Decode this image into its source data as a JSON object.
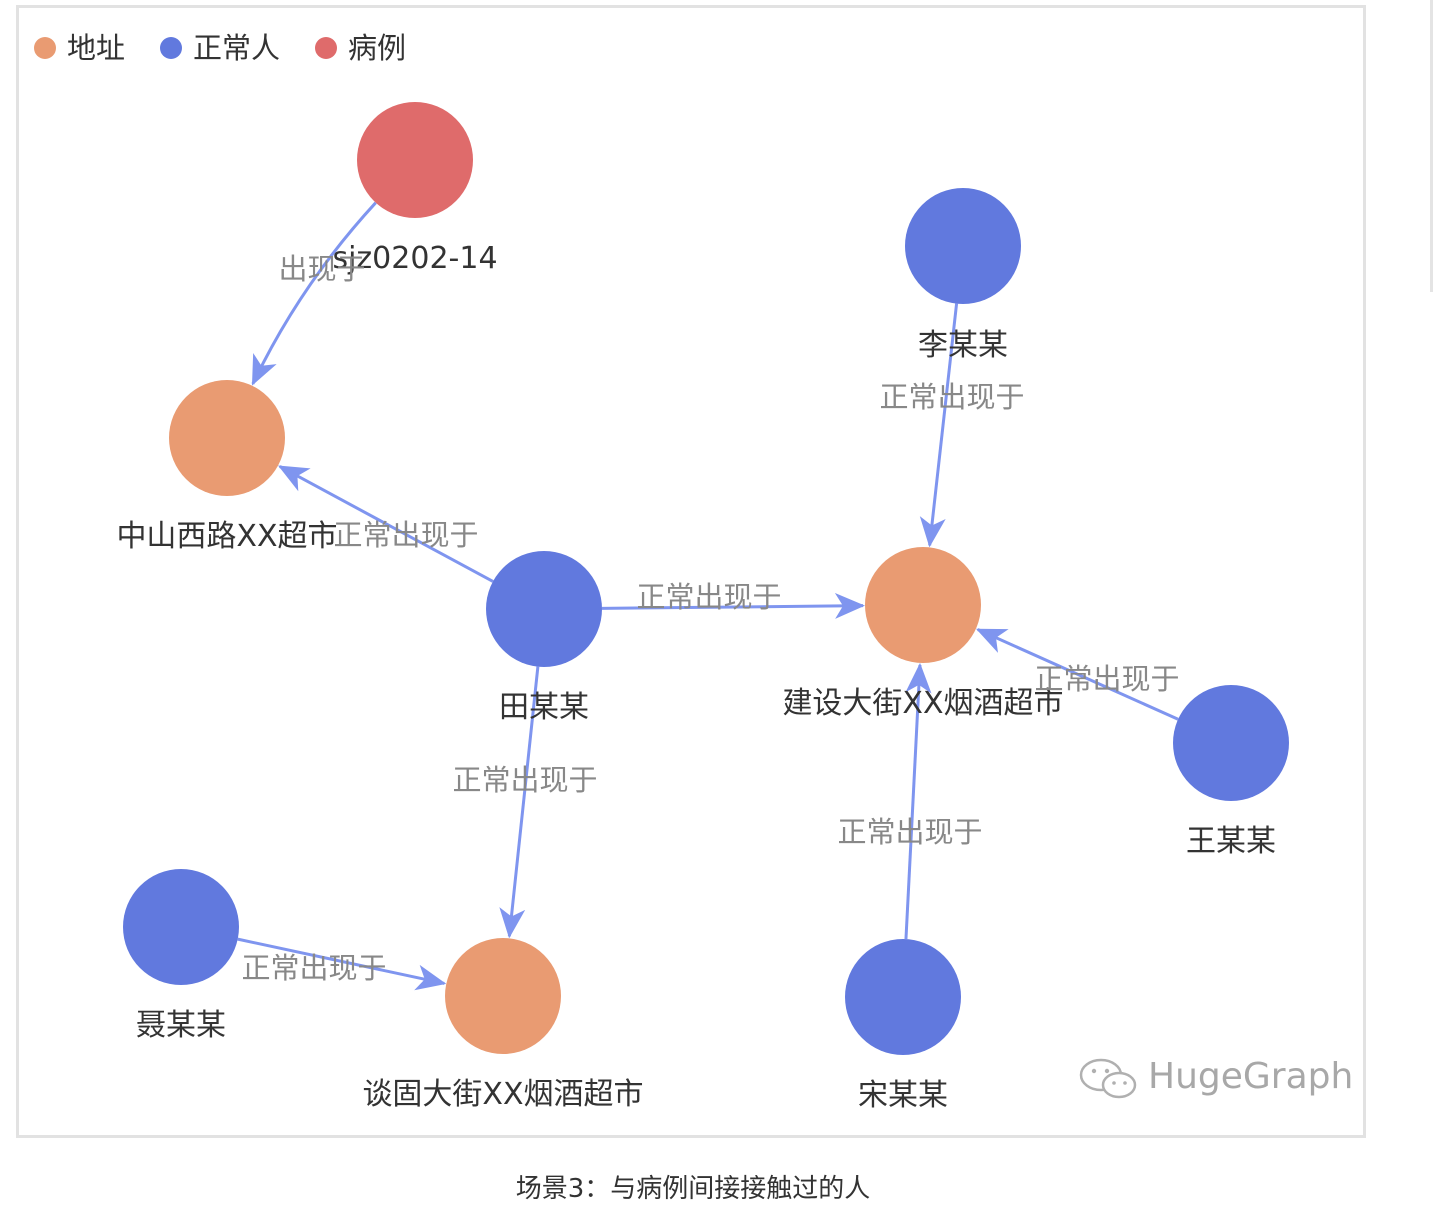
{
  "colors": {
    "address": "#e99b72",
    "normal": "#6179de",
    "case": "#df6b6b",
    "edge": "#7f95ef"
  },
  "legend": [
    {
      "label": "地址",
      "color": "#e99b72"
    },
    {
      "label": "正常人",
      "color": "#6179de"
    },
    {
      "label": "病例",
      "color": "#df6b6b"
    }
  ],
  "nodes": [
    {
      "id": "case1",
      "label": "sjz0202-14",
      "type": "case"
    },
    {
      "id": "addr_zs",
      "label": "中山西路XX超市",
      "type": "address"
    },
    {
      "id": "li",
      "label": "李某某",
      "type": "normal"
    },
    {
      "id": "tian",
      "label": "田某某",
      "type": "normal"
    },
    {
      "id": "addr_js",
      "label": "建设大街XX烟酒超市",
      "type": "address"
    },
    {
      "id": "wang",
      "label": "王某某",
      "type": "normal"
    },
    {
      "id": "nie",
      "label": "聂某某",
      "type": "normal"
    },
    {
      "id": "addr_tg",
      "label": "谈固大街XX烟酒超市",
      "type": "address"
    },
    {
      "id": "song",
      "label": "宋某某",
      "type": "normal"
    }
  ],
  "edges": [
    {
      "source": "case1",
      "target": "addr_zs",
      "label": "出现于"
    },
    {
      "source": "tian",
      "target": "addr_zs",
      "label": "正常出现于"
    },
    {
      "source": "li",
      "target": "addr_js",
      "label": "正常出现于"
    },
    {
      "source": "tian",
      "target": "addr_js",
      "label": "正常出现于"
    },
    {
      "source": "wang",
      "target": "addr_js",
      "label": "正常出现于"
    },
    {
      "source": "tian",
      "target": "addr_tg",
      "label": "正常出现于"
    },
    {
      "source": "song",
      "target": "addr_js",
      "label": "正常出现于"
    },
    {
      "source": "nie",
      "target": "addr_tg",
      "label": "正常出现于"
    }
  ],
  "watermark": "HugeGraph",
  "caption": "场景3：与病例间接接触过的人"
}
